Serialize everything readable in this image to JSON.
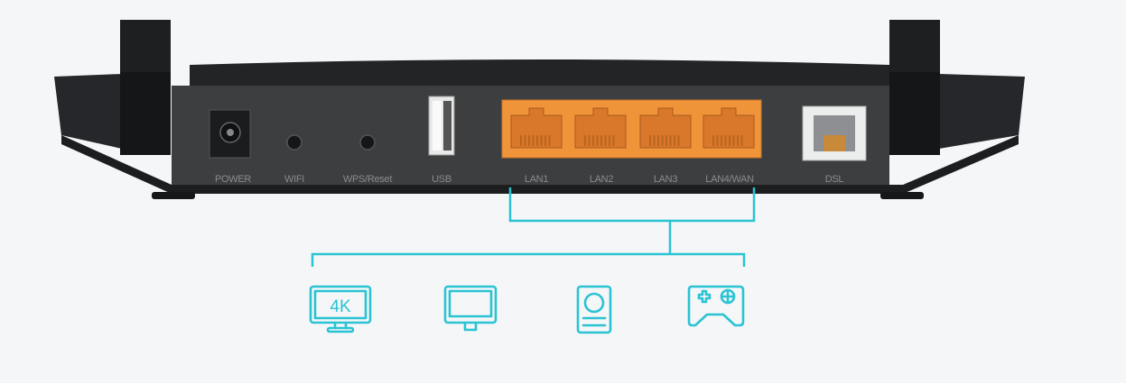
{
  "router": {
    "ports": [
      {
        "label": "POWER",
        "type": "power"
      },
      {
        "label": "WIFI",
        "type": "button"
      },
      {
        "label": "WPS/Reset",
        "type": "button"
      },
      {
        "label": "USB",
        "type": "usb"
      },
      {
        "label": "LAN1",
        "type": "ethernet"
      },
      {
        "label": "LAN2",
        "type": "ethernet"
      },
      {
        "label": "LAN3",
        "type": "ethernet"
      },
      {
        "label": "LAN4/WAN",
        "type": "ethernet"
      },
      {
        "label": "DSL",
        "type": "rj11"
      }
    ]
  },
  "devices": [
    {
      "icon": "4k-tv-icon",
      "text": "4K"
    },
    {
      "icon": "monitor-icon"
    },
    {
      "icon": "speaker-icon"
    },
    {
      "icon": "gamepad-icon"
    }
  ],
  "colors": {
    "background": "#f5f6f8",
    "router_body": "#2c2d2f",
    "panel": "#3d3e40",
    "ethernet_ports": "#f0943a",
    "connector_lines": "#2ac3d4"
  }
}
